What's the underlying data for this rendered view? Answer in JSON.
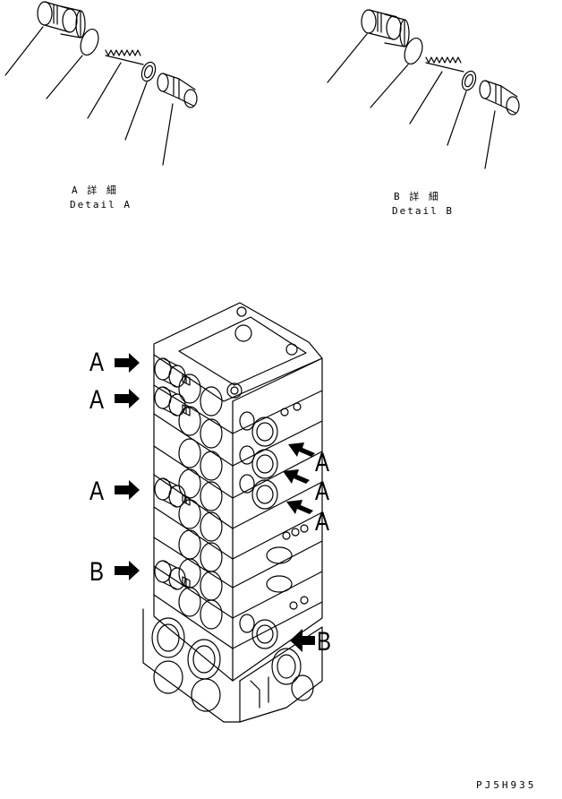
{
  "detail_a": {
    "title": "A 詳 細",
    "subtitle": "Detail A"
  },
  "detail_b": {
    "title": "B 詳 細",
    "subtitle": "Detail B"
  },
  "callouts": {
    "left": [
      "A",
      "A",
      "A",
      "B"
    ],
    "right": [
      "A",
      "A",
      "A",
      "B"
    ]
  },
  "drawing_number": "PJ5H935",
  "colors": {
    "line": "#000000",
    "background": "#ffffff"
  }
}
